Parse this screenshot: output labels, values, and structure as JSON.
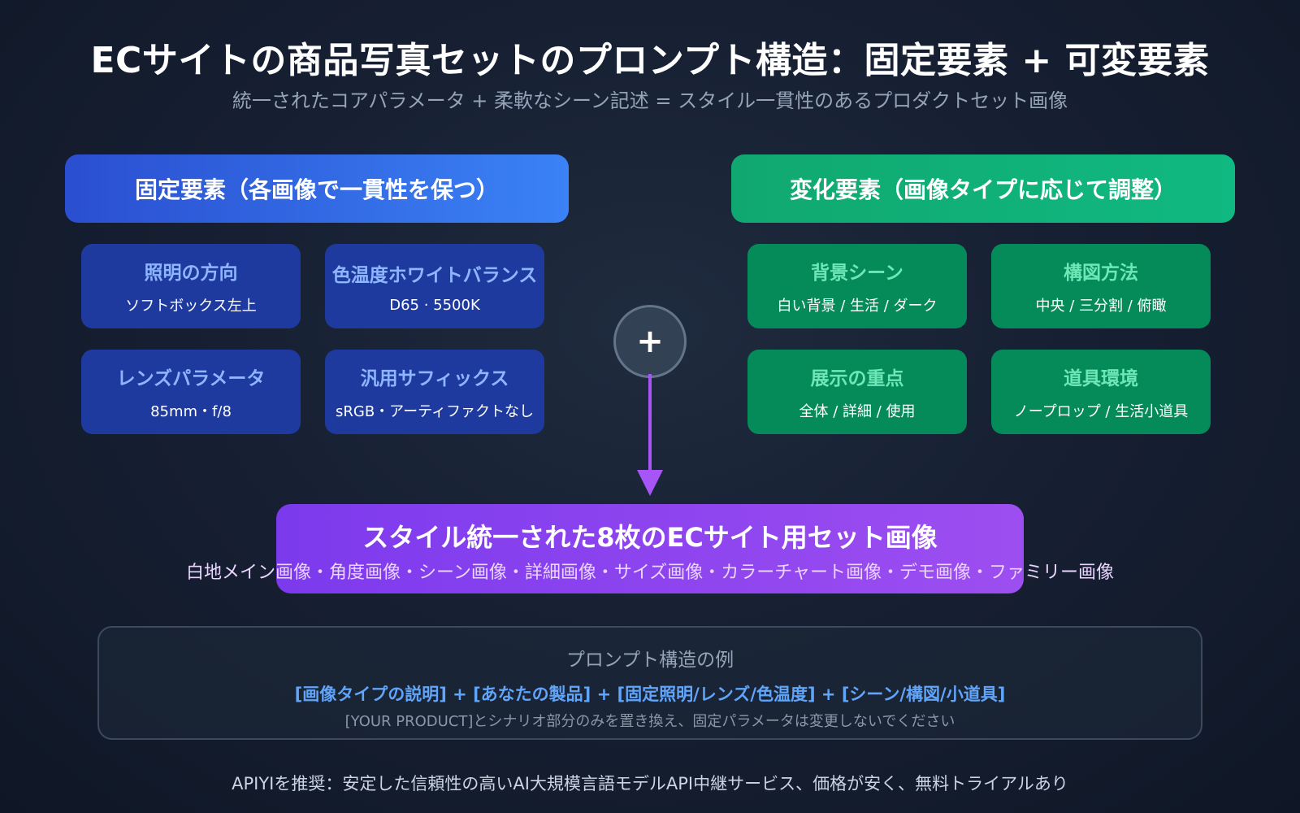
{
  "title": "ECサイトの商品写真セットのプロンプト構造：固定要素 + 可変要素",
  "subtitle": "統一されたコアパラメータ + 柔軟なシーン記述 = スタイル一貫性のあるプロダクトセット画像",
  "fixed": {
    "header": "固定要素（各画像で一貫性を保つ）",
    "items": [
      {
        "title": "照明の方向",
        "desc": "ソフトボックス左上"
      },
      {
        "title": "色温度ホワイトバランス",
        "desc": "D65 · 5500K"
      },
      {
        "title": "レンズパラメータ",
        "desc": "85mm・f/8"
      },
      {
        "title": "汎用サフィックス",
        "desc": "sRGB・アーティファクトなし"
      }
    ]
  },
  "variable": {
    "header": "変化要素（画像タイプに応じて調整）",
    "items": [
      {
        "title": "背景シーン",
        "desc": "白い背景 / 生活 / ダーク"
      },
      {
        "title": "構図方法",
        "desc": "中央 / 三分割 / 俯瞰"
      },
      {
        "title": "展示の重点",
        "desc": "全体 / 詳細 / 使用"
      },
      {
        "title": "道具環境",
        "desc": "ノープロップ / 生活小道具"
      }
    ]
  },
  "plus_symbol": "+",
  "result": {
    "title": "スタイル統一された8枚のECサイト用セット画像",
    "list": "白地メイン画像・角度画像・シーン画像・詳細画像・サイズ画像・カラーチャート画像・デモ画像・ファミリー画像"
  },
  "example": {
    "label": "プロンプト構造の例",
    "formula": "[画像タイプの説明] + [あなたの製品] + [固定照明/レンズ/色温度] + [シーン/構図/小道具]",
    "note": "[YOUR PRODUCT]とシナリオ部分のみを置き換え、固定パラメータは変更しないでください"
  },
  "footer": "APIYIを推奨：安定した信頼性の高いAI大規模言語モデルAPI中継サービス、価格が安く、無料トライアルあり",
  "colors": {
    "fixed_accent": "#3b82f6",
    "variable_accent": "#10b981",
    "result_accent": "#8b5cf6",
    "arrow": "#a855f7"
  }
}
